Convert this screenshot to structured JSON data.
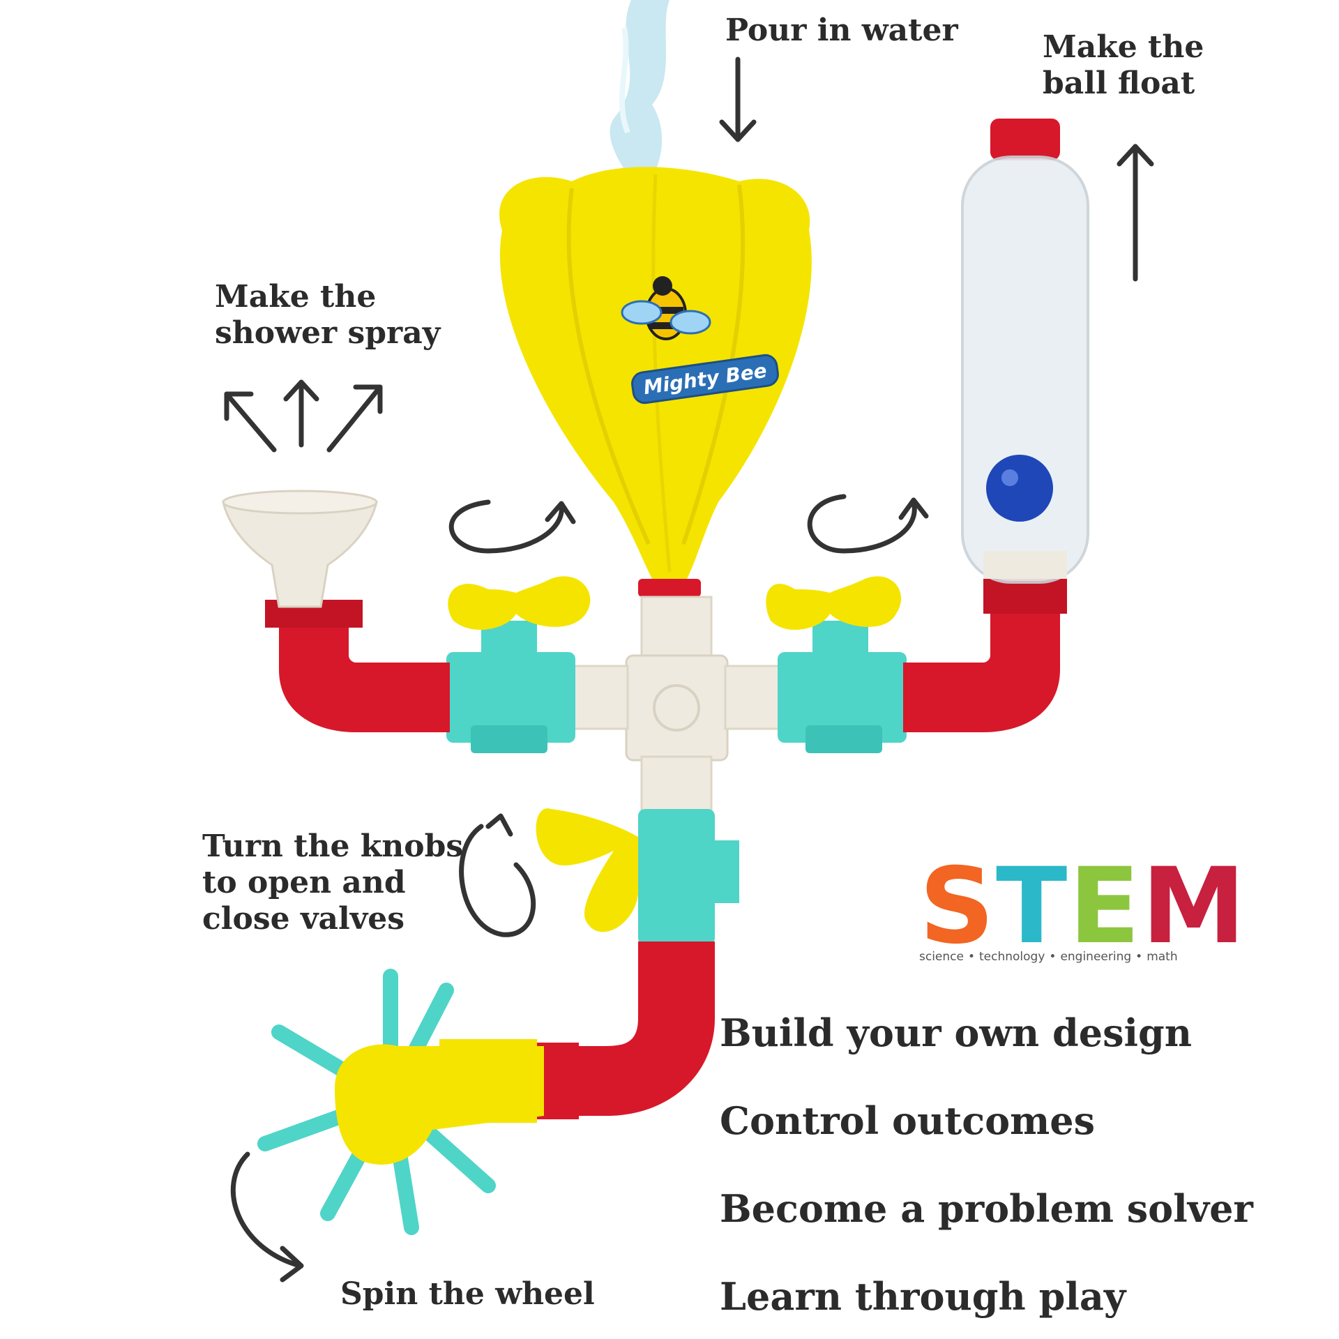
{
  "labels": {
    "pour": "Pour in water",
    "float": [
      "Make the",
      "ball float"
    ],
    "shower": [
      "Make the",
      "shower spray"
    ],
    "knobs": [
      "Turn the knobs",
      "to open and",
      "close valves"
    ],
    "wheel": "Spin the wheel"
  },
  "benefits": [
    "Build your own design",
    "Control outcomes",
    "Become a problem solver",
    "Learn through play"
  ],
  "stem": {
    "letters": [
      "S",
      "T",
      "E",
      "M"
    ],
    "letter_colors": [
      "#f26522",
      "#2bb8c9",
      "#8cc63f",
      "#c8203f"
    ],
    "subtitle": [
      "science",
      "technology",
      "engineering",
      "math"
    ]
  },
  "brand": "Mighty Bee",
  "colors": {
    "yellow": "#f5e400",
    "red": "#d7182a",
    "teal": "#4fd4c8",
    "cream": "#efeae0",
    "blue_ball": "#1f47b8",
    "water": "#bfe4ef"
  },
  "icons": [
    "arrow-down-icon",
    "arrow-up-icon",
    "shower-spray-arrows-icon",
    "rotate-arrow-icon",
    "bee-logo-icon"
  ]
}
